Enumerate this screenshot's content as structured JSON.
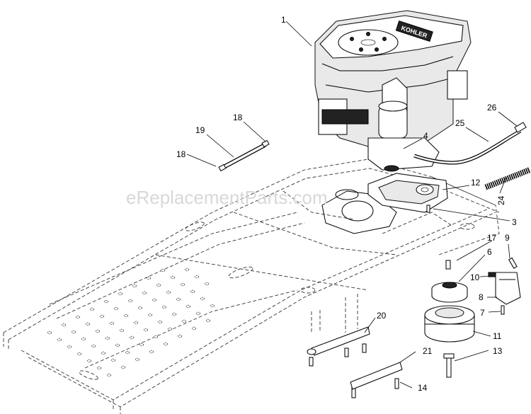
{
  "watermark": "eReplacementParts.com",
  "engine_brand": "KOHLER",
  "callouts": [
    "1",
    "26",
    "18",
    "25",
    "19",
    "4",
    "18",
    "24",
    "12",
    "3",
    "17",
    "9",
    "6",
    "10",
    "8",
    "7",
    "20",
    "11",
    "21",
    "13",
    "14"
  ]
}
